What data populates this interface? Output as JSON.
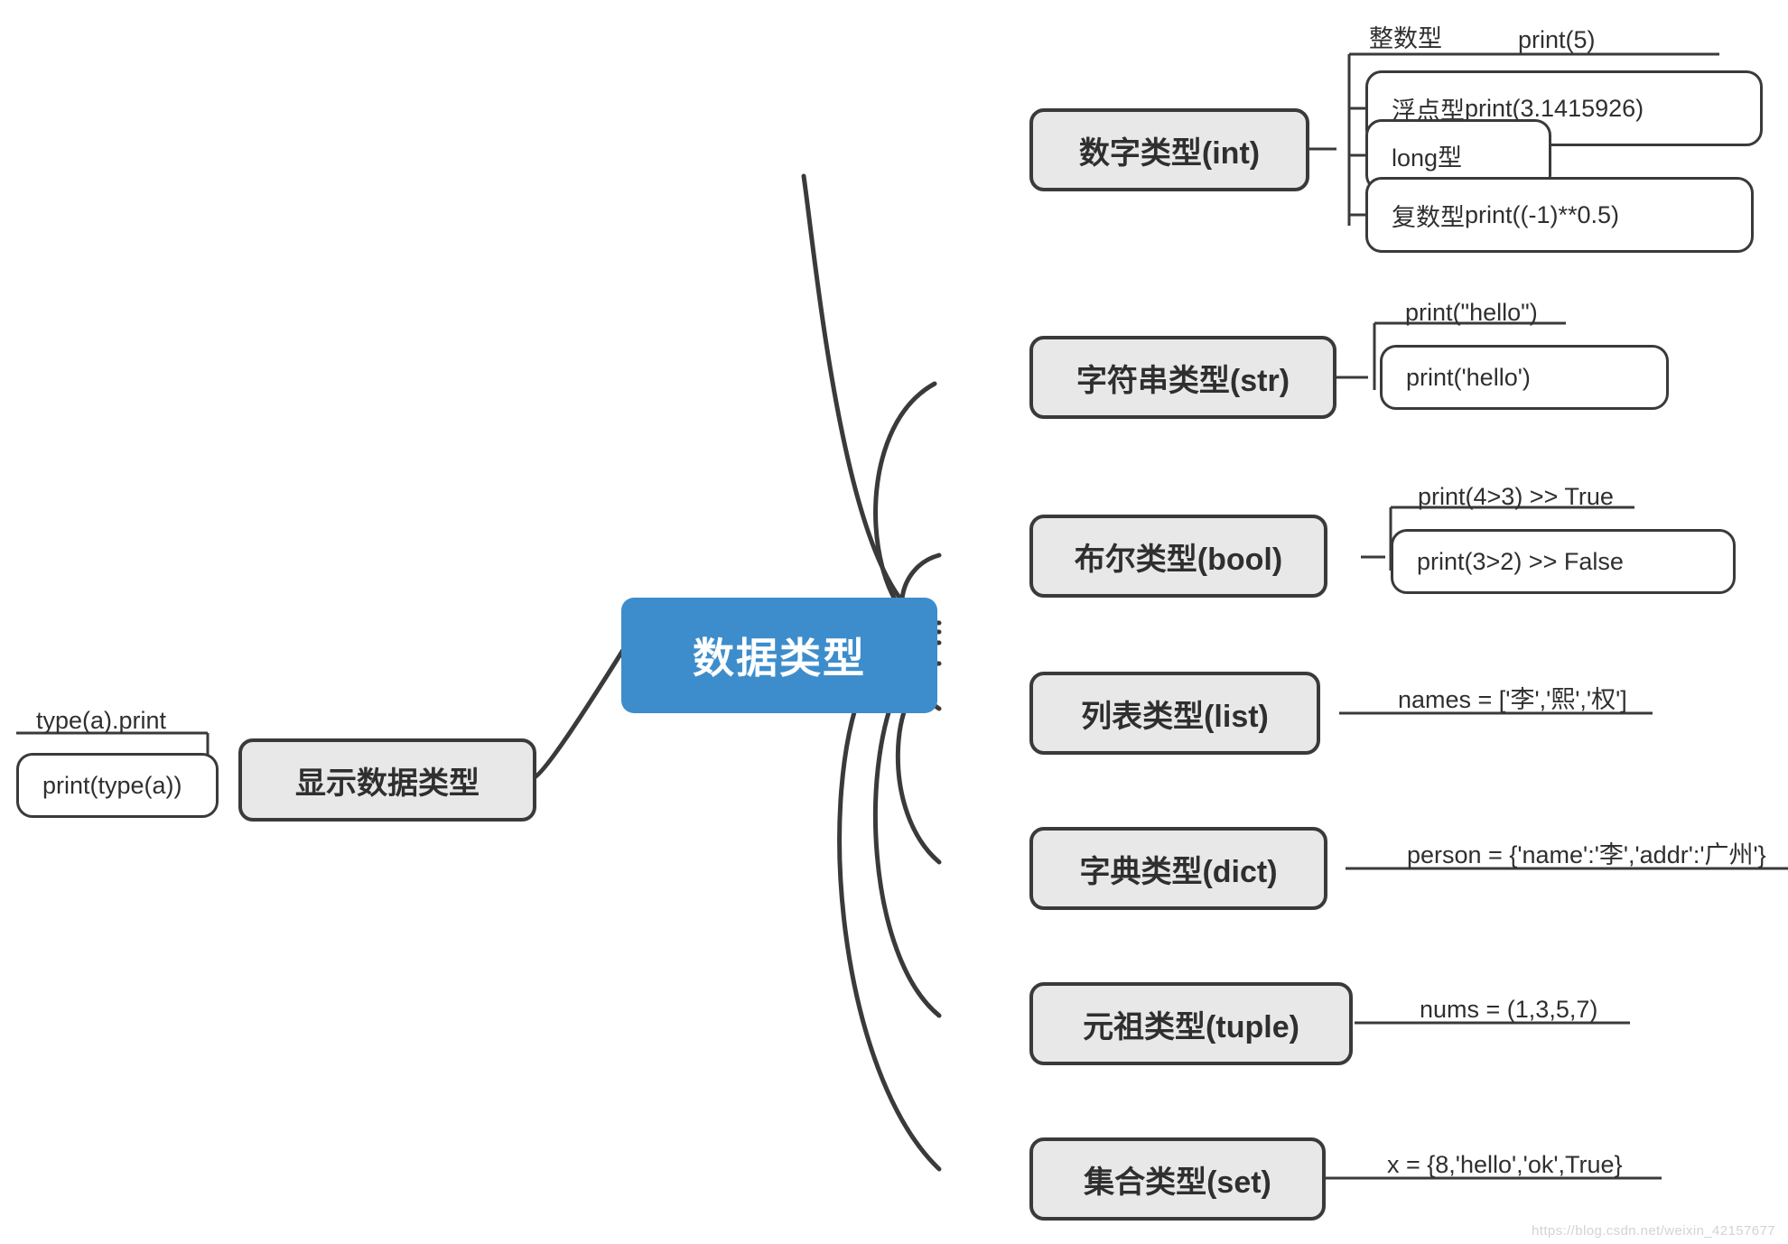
{
  "root": {
    "label": "数据类型",
    "color": "#3d8dcc",
    "text_color": "#ffffff"
  },
  "theme": {
    "branch_fill": "#e8e8e8",
    "branch_stroke": "#3a3a3a",
    "leaf_text": "#2f2f2f",
    "canvas": "#ffffff"
  },
  "branches": [
    {
      "id": "int",
      "label": "数字类型(int)",
      "side": "right",
      "children": [
        {
          "label": "整数型",
          "code": "print(5)",
          "style": "underline"
        },
        {
          "label": "浮点型",
          "code": "print(3.1415926)",
          "style": "box"
        },
        {
          "label": "long型",
          "code": "",
          "style": "box"
        },
        {
          "label": "复数型",
          "code": "print((-1)**0.5)",
          "style": "box"
        }
      ]
    },
    {
      "id": "str",
      "label": "字符串类型(str)",
      "side": "right",
      "children": [
        {
          "label": "print(\"hello\")",
          "code": "",
          "style": "underline"
        },
        {
          "label": "print('hello')",
          "code": "",
          "style": "box"
        }
      ]
    },
    {
      "id": "bool",
      "label": "布尔类型(bool)",
      "side": "right",
      "children": [
        {
          "label": "print(4>3) >> True",
          "code": "",
          "style": "underline"
        },
        {
          "label": "print(3>2) >> False",
          "code": "",
          "style": "box"
        }
      ]
    },
    {
      "id": "list",
      "label": "列表类型(list)",
      "side": "right",
      "children": [
        {
          "label": "names = ['李','熙','权']",
          "code": "",
          "style": "underline"
        }
      ]
    },
    {
      "id": "dict",
      "label": "字典类型(dict)",
      "side": "right",
      "children": [
        {
          "label": "person = {'name':'李','addr':'广州'}",
          "code": "",
          "style": "underline"
        }
      ]
    },
    {
      "id": "tuple",
      "label": "元祖类型(tuple)",
      "side": "right",
      "children": [
        {
          "label": "nums = (1,3,5,7)",
          "code": "",
          "style": "underline"
        }
      ]
    },
    {
      "id": "set",
      "label": "集合类型(set)",
      "side": "right",
      "children": [
        {
          "label": "x = {8,'hello','ok',True}",
          "code": "",
          "style": "underline"
        }
      ]
    },
    {
      "id": "show",
      "label": "显示数据类型",
      "side": "left",
      "children": [
        {
          "label": "type(a).print",
          "code": "",
          "style": "underline"
        },
        {
          "label": "print(type(a))",
          "code": "",
          "style": "box"
        }
      ]
    }
  ],
  "watermark": "https://blog.csdn.net/weixin_42157677"
}
